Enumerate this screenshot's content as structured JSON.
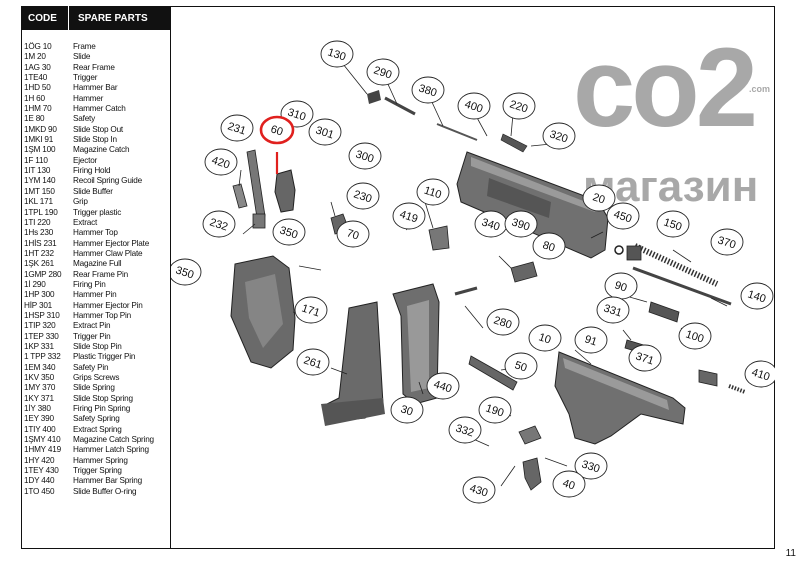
{
  "legend": {
    "header_code": "CODE",
    "header_parts": "SPARE PARTS",
    "rows": [
      {
        "code": "1ÖG 10",
        "name": "Frame"
      },
      {
        "code": "1M 20",
        "name": "Slide"
      },
      {
        "code": "1AG 30",
        "name": "Rear Frame"
      },
      {
        "code": "1TE40",
        "name": "Trigger"
      },
      {
        "code": "1HD 50",
        "name": "Hammer Bar"
      },
      {
        "code": "1H 60",
        "name": "Hammer"
      },
      {
        "code": "1HM 70",
        "name": "Hammer Catch"
      },
      {
        "code": "1E 80",
        "name": "Safety"
      },
      {
        "code": "1MKD 90",
        "name": "Slide Stop Out"
      },
      {
        "code": "1MKI 91",
        "name": "Slide Stop In"
      },
      {
        "code": "1ŞM 100",
        "name": "Magazine Catch"
      },
      {
        "code": "1F 110",
        "name": "Ejector"
      },
      {
        "code": "1IT 130",
        "name": "Firing Hold"
      },
      {
        "code": "1YM 140",
        "name": "Recoil Spring Guide"
      },
      {
        "code": "1MT 150",
        "name": "Slide Buffer"
      },
      {
        "code": "1KL 171",
        "name": "Grip"
      },
      {
        "code": "1TPL 190",
        "name": "Trigger plastic"
      },
      {
        "code": "1TI 220",
        "name": "Extract"
      },
      {
        "code": "1Hs 230",
        "name": "Hammer Top"
      },
      {
        "code": "1HİS 231",
        "name": "Hammer Ejector Plate"
      },
      {
        "code": "1HT 232",
        "name": "Hammer Claw Plate"
      },
      {
        "code": "1ŞK 261",
        "name": "Magazine Full"
      },
      {
        "code": "1GMP 280",
        "name": "Rear Frame Pin"
      },
      {
        "code": "1İ 290",
        "name": "Firing Pin"
      },
      {
        "code": "1HP 300",
        "name": "Hammer Pin"
      },
      {
        "code": "HİP 301",
        "name": "Hammer Ejector Pin"
      },
      {
        "code": "1HSP 310",
        "name": "Hammer Top Pin"
      },
      {
        "code": "1TIP 320",
        "name": "Extract Pin"
      },
      {
        "code": "1TEP 330",
        "name": "Trigger Pin"
      },
      {
        "code": "1KP 331",
        "name": "Slide Stop Pin"
      },
      {
        "code": "1 TPP 332",
        "name": "Plastic Trigger Pin"
      },
      {
        "code": "1EM 340",
        "name": "Safety Pin"
      },
      {
        "code": "1KV 350",
        "name": "Grips Screws"
      },
      {
        "code": "1MY 370",
        "name": "Slide Spring"
      },
      {
        "code": "1KY 371",
        "name": "Slide Stop Spring"
      },
      {
        "code": "1İY 380",
        "name": "Firing Pin Spring"
      },
      {
        "code": "1EY 390",
        "name": "Safety Spring"
      },
      {
        "code": "1TIY 400",
        "name": "Extract Spring"
      },
      {
        "code": "1ŞMY 410",
        "name": "Magazine Catch Spring"
      },
      {
        "code": "1HMY 419",
        "name": "Hammer Latch Spring"
      },
      {
        "code": "1HY 420",
        "name": "Hammer Spring"
      },
      {
        "code": "1TEY 430",
        "name": "Trigger Spring"
      },
      {
        "code": "1DY 440",
        "name": "Hammer Bar Spring"
      },
      {
        "code": "1TO 450",
        "name": "Slide Buffer O-ring"
      }
    ]
  },
  "callouts": [
    {
      "label": "130",
      "highlight": false
    },
    {
      "label": "290",
      "highlight": false
    },
    {
      "label": "380",
      "highlight": false
    },
    {
      "label": "400",
      "highlight": false
    },
    {
      "label": "220",
      "highlight": false
    },
    {
      "label": "320",
      "highlight": false
    },
    {
      "label": "310",
      "highlight": false
    },
    {
      "label": "231",
      "highlight": false
    },
    {
      "label": "60",
      "highlight": true
    },
    {
      "label": "301",
      "highlight": false
    },
    {
      "label": "300",
      "highlight": false
    },
    {
      "label": "420",
      "highlight": false
    },
    {
      "label": "230",
      "highlight": false
    },
    {
      "label": "110",
      "highlight": false
    },
    {
      "label": "232",
      "highlight": false
    },
    {
      "label": "350",
      "highlight": false
    },
    {
      "label": "70",
      "highlight": false
    },
    {
      "label": "419",
      "highlight": false
    },
    {
      "label": "340",
      "highlight": false
    },
    {
      "label": "390",
      "highlight": false
    },
    {
      "label": "80",
      "highlight": false
    },
    {
      "label": "20",
      "highlight": false
    },
    {
      "label": "450",
      "highlight": false
    },
    {
      "label": "150",
      "highlight": false
    },
    {
      "label": "370",
      "highlight": false
    },
    {
      "label": "350",
      "highlight": false
    },
    {
      "label": "171",
      "highlight": false
    },
    {
      "label": "90",
      "highlight": false
    },
    {
      "label": "140",
      "highlight": false
    },
    {
      "label": "280",
      "highlight": false
    },
    {
      "label": "331",
      "highlight": false
    },
    {
      "label": "10",
      "highlight": false
    },
    {
      "label": "91",
      "highlight": false
    },
    {
      "label": "100",
      "highlight": false
    },
    {
      "label": "261",
      "highlight": false
    },
    {
      "label": "50",
      "highlight": false
    },
    {
      "label": "371",
      "highlight": false
    },
    {
      "label": "410",
      "highlight": false
    },
    {
      "label": "440",
      "highlight": false
    },
    {
      "label": "30",
      "highlight": false
    },
    {
      "label": "190",
      "highlight": false
    },
    {
      "label": "332",
      "highlight": false
    },
    {
      "label": "330",
      "highlight": false
    },
    {
      "label": "430",
      "highlight": false
    },
    {
      "label": "40",
      "highlight": false
    }
  ],
  "watermark": {
    "main": "co2",
    "sub": "магазин",
    "mark": ".com"
  },
  "page_number": "11",
  "colors": {
    "highlight": "#e0201e",
    "part_fill": "#6e6e6e",
    "watermark": "#9a9a9a"
  }
}
